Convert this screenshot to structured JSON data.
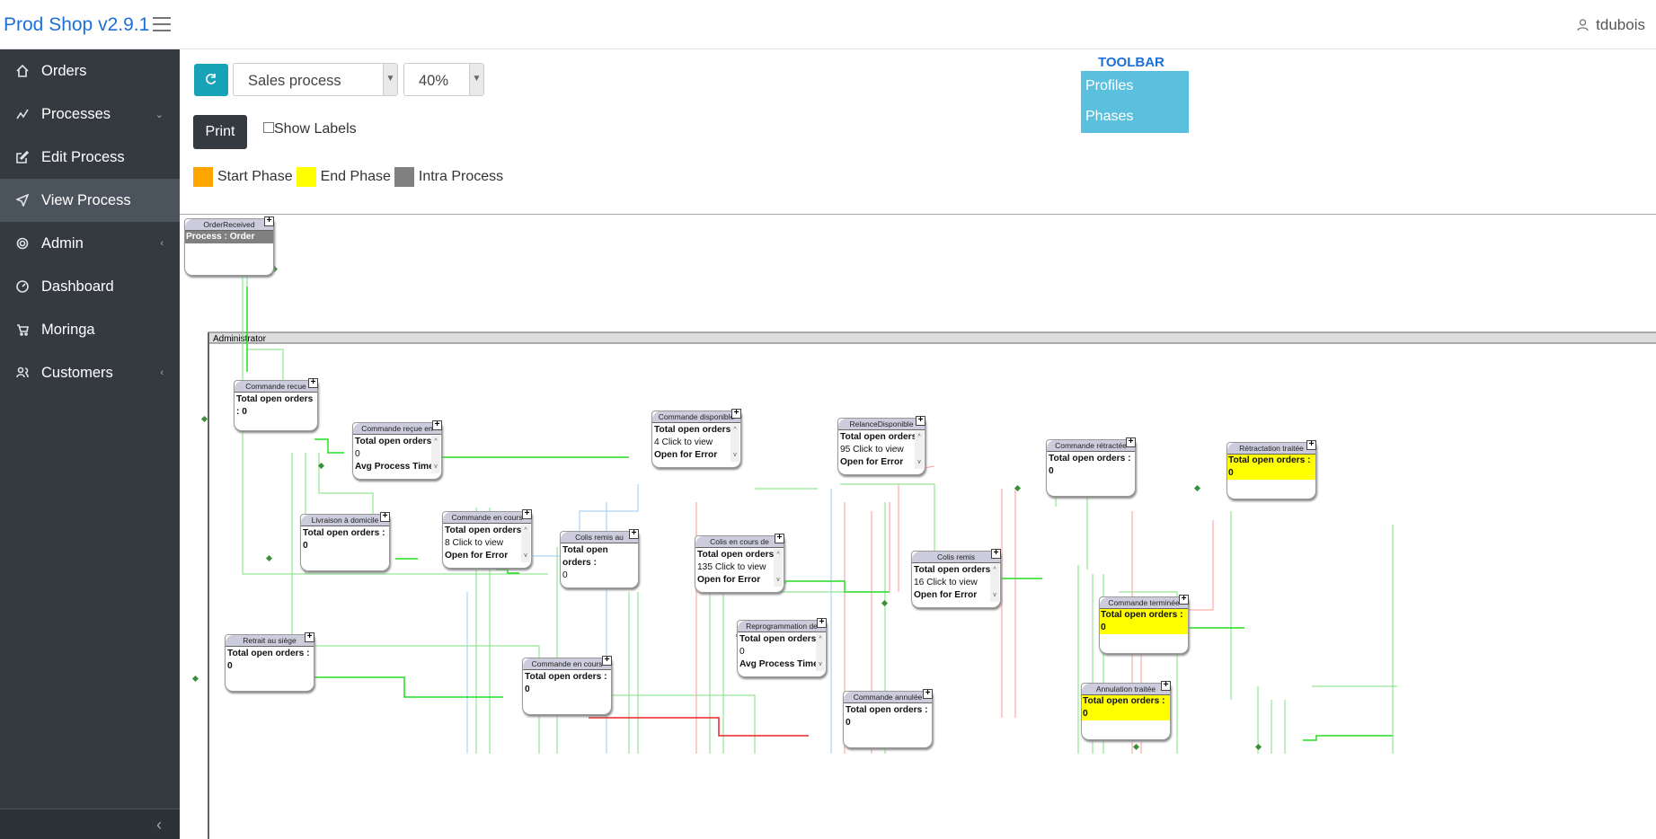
{
  "header": {
    "brand": "Prod Shop v2.9.1",
    "user": "tdubois"
  },
  "sidebar": {
    "items": [
      {
        "label": "Orders",
        "icon": "home-icon"
      },
      {
        "label": "Processes",
        "icon": "process-icon",
        "caret": "⌄"
      },
      {
        "label": "Edit Process",
        "icon": "edit-icon"
      },
      {
        "label": "View Process",
        "icon": "send-icon",
        "active": true
      },
      {
        "label": "Admin",
        "icon": "gear-icon",
        "caret": "‹"
      },
      {
        "label": "Dashboard",
        "icon": "dashboard-icon"
      },
      {
        "label": "Moringa",
        "icon": "cart-icon"
      },
      {
        "label": "Customers",
        "icon": "users-icon",
        "caret": "‹"
      }
    ],
    "collapse": "‹"
  },
  "controls": {
    "process_select": "Sales process",
    "zoom_select": "40%",
    "print_label": "Print",
    "show_labels": "Show Labels"
  },
  "legend": {
    "start": "Start Phase",
    "end": "End Phase",
    "intra": "Intra Process",
    "colors": {
      "start": "#ffa500",
      "end": "#ffff00",
      "intra": "#808080"
    }
  },
  "toolbar": {
    "title": "TOOLBAR",
    "items": [
      "Profiles",
      "Phases"
    ]
  },
  "lane": {
    "label": "Administrator"
  },
  "nodes": [
    {
      "title": "OrderReceived",
      "lines": [
        "Process : Order"
      ]
    },
    {
      "title": "Commande recue",
      "lines": [
        "Total open orders : 0"
      ]
    },
    {
      "title": "Commande reçue en",
      "lines": [
        "Total open orders :",
        "0",
        "Avg Process Time:"
      ]
    },
    {
      "title": "Commande disponible",
      "lines": [
        "Total open orders :",
        "4 Click to view",
        "Open for Error"
      ]
    },
    {
      "title": "RelanceDisponible",
      "lines": [
        "Total open orders :",
        "95 Click to view",
        "Open for Error"
      ]
    },
    {
      "title": "Commande rétractée",
      "lines": [
        "Total open orders : 0"
      ]
    },
    {
      "title": "Rétractation traitée",
      "lines": [
        "Total open orders : 0"
      ]
    },
    {
      "title": "Livraison à domicile",
      "lines": [
        "Total open orders : 0"
      ]
    },
    {
      "title": "Commande en cours",
      "lines": [
        "Total open orders :",
        "8 Click to view",
        "Open for Error"
      ]
    },
    {
      "title": "Colis remis au",
      "lines": [
        "Total open orders :",
        "0"
      ]
    },
    {
      "title": "Colis en cours de",
      "lines": [
        "Total open orders :",
        "135 Click to view",
        "Open for Error"
      ]
    },
    {
      "title": "Colis remis",
      "lines": [
        "Total open orders :",
        "16 Click to view",
        "Open for Error"
      ]
    },
    {
      "title": "Commande terminée",
      "lines": [
        "Total open orders : 0"
      ]
    },
    {
      "title": "Retrait au siège",
      "lines": [
        "Total open orders : 0"
      ]
    },
    {
      "title": "Commande en cours",
      "lines": [
        "Total open orders : 0"
      ]
    },
    {
      "title": "Reprogrammation de",
      "lines": [
        "Total open orders :",
        "0",
        "Avg Process Time:"
      ]
    },
    {
      "title": "Commande annulée",
      "lines": [
        "Total open orders : 0"
      ]
    },
    {
      "title": "Annulation traitée",
      "lines": [
        "Total open orders : 0"
      ]
    }
  ]
}
